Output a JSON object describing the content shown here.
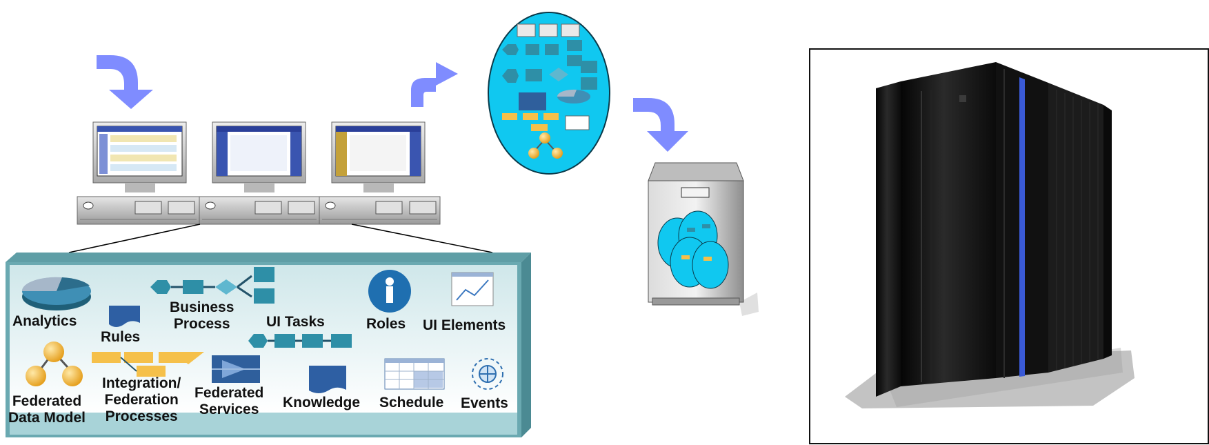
{
  "labels": {
    "analytics": "Analytics",
    "rules": "Rules",
    "business_process": "Business\nProcess",
    "ui_tasks": "UI Tasks",
    "roles": "Roles",
    "ui_elements": "UI Elements",
    "federated_data_model": "Federated\nData Model",
    "integration_federation_processes": "Integration/\nFederation\nProcesses",
    "federated_services": "Federated\nServices",
    "knowledge": "Knowledge",
    "schedule": "Schedule",
    "events": "Events"
  },
  "colors": {
    "arrow": "#7f8cff",
    "panel": "#5f9ea6",
    "panel_light": "#a8d3d8",
    "cyan": "#10c8f0",
    "bluegreen": "#2e8fa7",
    "orange": "#f5c04a"
  }
}
